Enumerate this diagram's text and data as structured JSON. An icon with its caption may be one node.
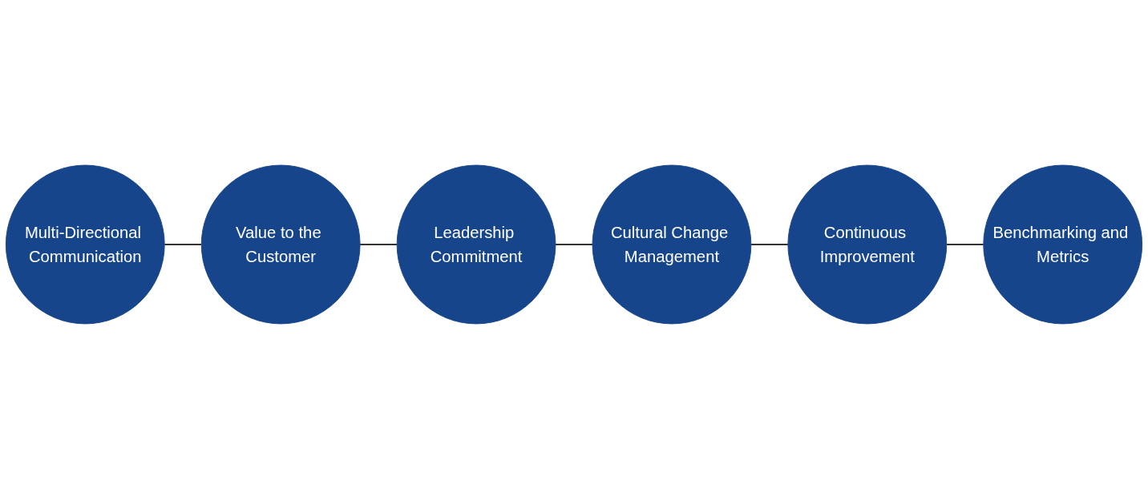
{
  "diagram": {
    "nodes": [
      {
        "text": [
          "Multi-Directional Communication"
        ]
      },
      {
        "text": [
          "Leadership Commitment"
        ]
      },
      {
        "text": [
          "Continuous Improvement"
        ]
      },
      {
        "text": [
          "Value to the Customer"
        ]
      },
      {
        "text": [
          "Cultural Change Management"
        ]
      },
      {
        "text": [
          "Benchmarking and Metrics"
        ]
      }
    ],
    "edges": [
      {
        "from": 0,
        "to": 3,
        "arrow": "none"
      },
      {
        "from": 3,
        "to": 1,
        "arrow": "none"
      },
      {
        "from": 1,
        "to": 4,
        "arrow": "none"
      },
      {
        "from": 4,
        "to": 2,
        "arrow": "none"
      },
      {
        "from": 2,
        "to": 5,
        "arrow": "none"
      }
    ]
  }
}
